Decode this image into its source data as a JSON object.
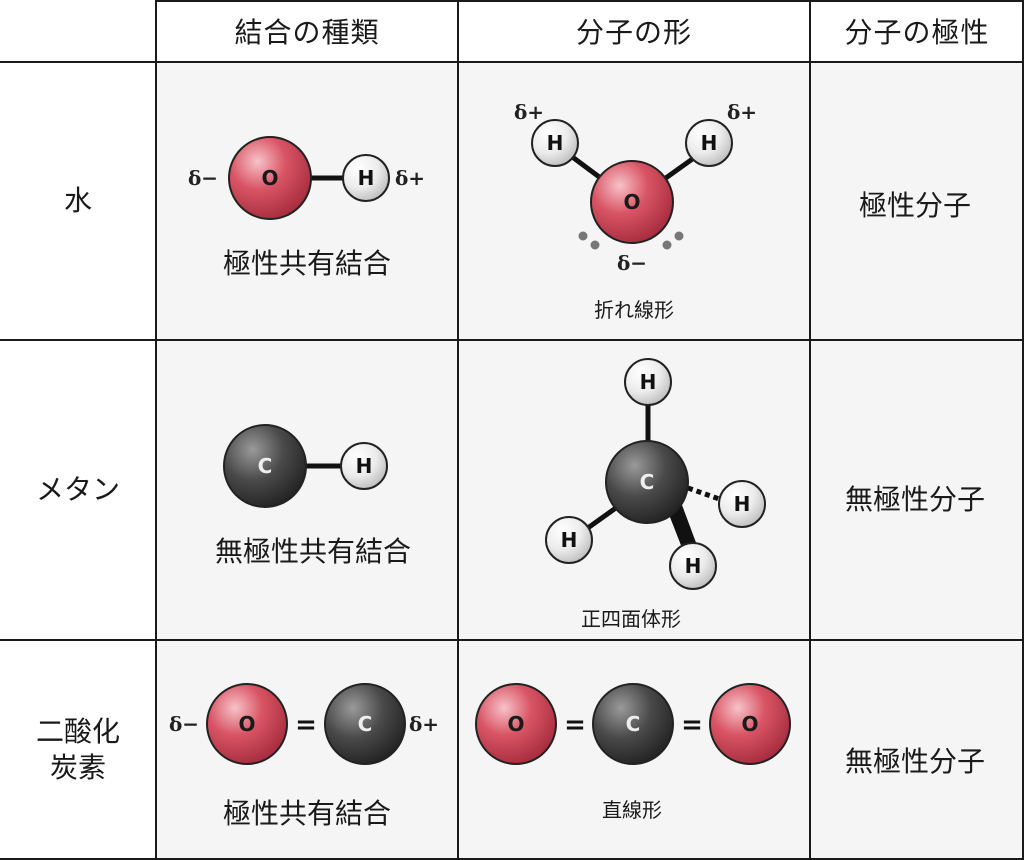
{
  "header": {
    "corner": "",
    "bond_type": "結合の種類",
    "molecular_shape": "分子の形",
    "molecular_polarity": "分子の極性"
  },
  "rows": [
    {
      "name": "水",
      "bond_label": "極性共有結合",
      "shape_label": "折れ線形",
      "polarity_label": "極性分子",
      "atoms": {
        "o": "O",
        "h": "H"
      },
      "charges": {
        "neg": "δ−",
        "pos": "δ+"
      }
    },
    {
      "name": "メタン",
      "bond_label": "無極性共有結合",
      "shape_label": "正四面体形",
      "polarity_label": "無極性分子",
      "atoms": {
        "c": "C",
        "h": "H"
      }
    },
    {
      "name": "二酸化\n炭素",
      "name_line1": "二酸化",
      "name_line2": "炭素",
      "bond_label": "極性共有結合",
      "shape_label": "直線形",
      "polarity_label": "無極性分子",
      "atoms": {
        "o": "O",
        "c": "C"
      },
      "charges": {
        "neg": "δ−",
        "pos": "δ+"
      },
      "double_bond": "="
    }
  ],
  "colors": {
    "oxygen": "#d95565",
    "carbon": "#4a4a4a",
    "hydrogen": "#ececec",
    "cell_background": "#f5f5f5",
    "grid": "#1a1a1a"
  }
}
